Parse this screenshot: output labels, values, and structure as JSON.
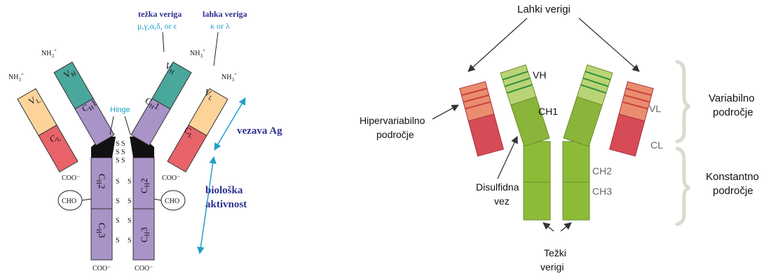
{
  "colors": {
    "vl": "#fcd49a",
    "cl": "#e8636a",
    "vh": "#4aa79b",
    "ch": "#a993c7",
    "hinge_block": "#111111",
    "label_blue": "#2b2f8f",
    "label_cyan": "#1fa0c8",
    "green_light": "#a7c84f",
    "green_dark": "#8ab43a",
    "green_const": "#8dbb38",
    "red_dark": "#d64b55",
    "salmon": "#ea8d6f",
    "bracket": "#d5ddd0"
  },
  "left": {
    "heavy_title": "težka veriga",
    "heavy_sub": "μ,γ,α,δ, or ϵ",
    "light_title": "lahka veriga",
    "light_sub": "κ or λ",
    "nh3": "NH",
    "nh3_sup": "3",
    "nh3_plus": "+",
    "vl": "V",
    "vl_sub": "L",
    "cl": "C",
    "cl_sub": "L",
    "vh": "V",
    "vh_sub": "H",
    "ch1": "C",
    "ch1_sub": "H",
    "ch1_num": "1",
    "ch2": "C",
    "ch2_sub": "H",
    "ch2_num": "2",
    "ch3": "C",
    "ch3_sub": "H",
    "ch3_num": "3",
    "hinge": "Hinge",
    "ss": "S S",
    "s": "S",
    "cho": "CHO",
    "coo": "COO⁻",
    "vezava": "vezava Ag",
    "bioloska_1": "biološka",
    "bioloska_2": "aktivnost"
  },
  "right": {
    "lahki_verigi": "Lahki verigi",
    "vh": "VH",
    "ch1": "CH1",
    "vl": "VL",
    "cl": "CL",
    "ch2": "CH2",
    "ch3": "CH3",
    "hiper_1": "Hipervariabilno",
    "hiper_2": "področje",
    "disulf_1": "Disulfidna",
    "disulf_2": "vez",
    "tezki_1": "Težki",
    "tezki_2": "verigi",
    "var_1": "Variabilno",
    "var_2": "področje",
    "konst_1": "Konstantno",
    "konst_2": "področje"
  }
}
